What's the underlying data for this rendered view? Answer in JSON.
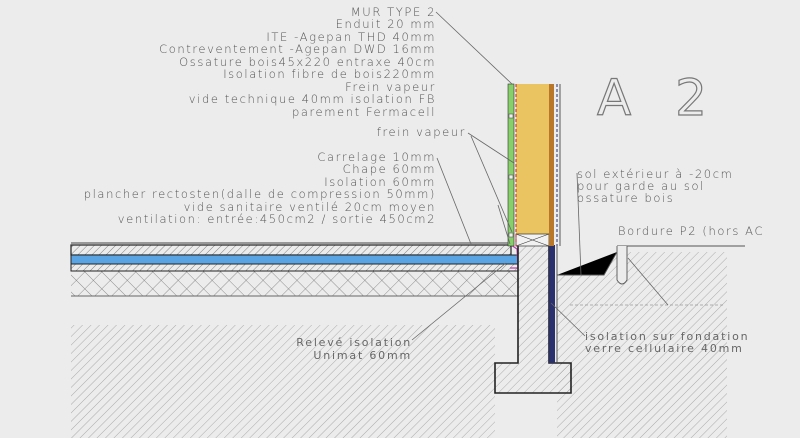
{
  "title": "A 2",
  "wall_labels": [
    "MUR TYPE 2",
    "Enduit 20 mm",
    "ITE -Agepan THD 40mm",
    "Contreventement -Agepan DWD 16mm",
    "Ossature bois45x220 entraxe 40cm",
    "Isolation  fibre de bois220mm",
    "Frein vapeur",
    "vide technique 40mm isolation FB",
    "parement Fermacell"
  ],
  "frein_label": "frein vapeur",
  "floor_labels": [
    "Carrelage 10mm",
    "Chape 60mm",
    "Isolation 60mm",
    "plancher rectosten(dalle de compression 50mm)",
    "vide sanitaire ventilé 20cm moyen",
    "ventilation: entrée:450cm2 / sortie 450cm2"
  ],
  "ground_labels": [
    "sol extérieur à -20cm",
    "pour garde au sol",
    " ossature bois"
  ],
  "bordure_label": "Bordure P2 (hors AC",
  "releve_labels": [
    "Relevé isolation",
    "Unimat 60mm"
  ],
  "foundation_labels": [
    "isolation sur fondation",
    "verre cellulaire 40mm"
  ],
  "colors": {
    "insulation": "#e9c460",
    "ite": "#86cf6a",
    "floor_insulation": "#5ba4e4",
    "foundation_insulation": "#2a2f6e",
    "frein": "#cc2222",
    "releve": "#c040b0",
    "brown": "#b8772a"
  }
}
